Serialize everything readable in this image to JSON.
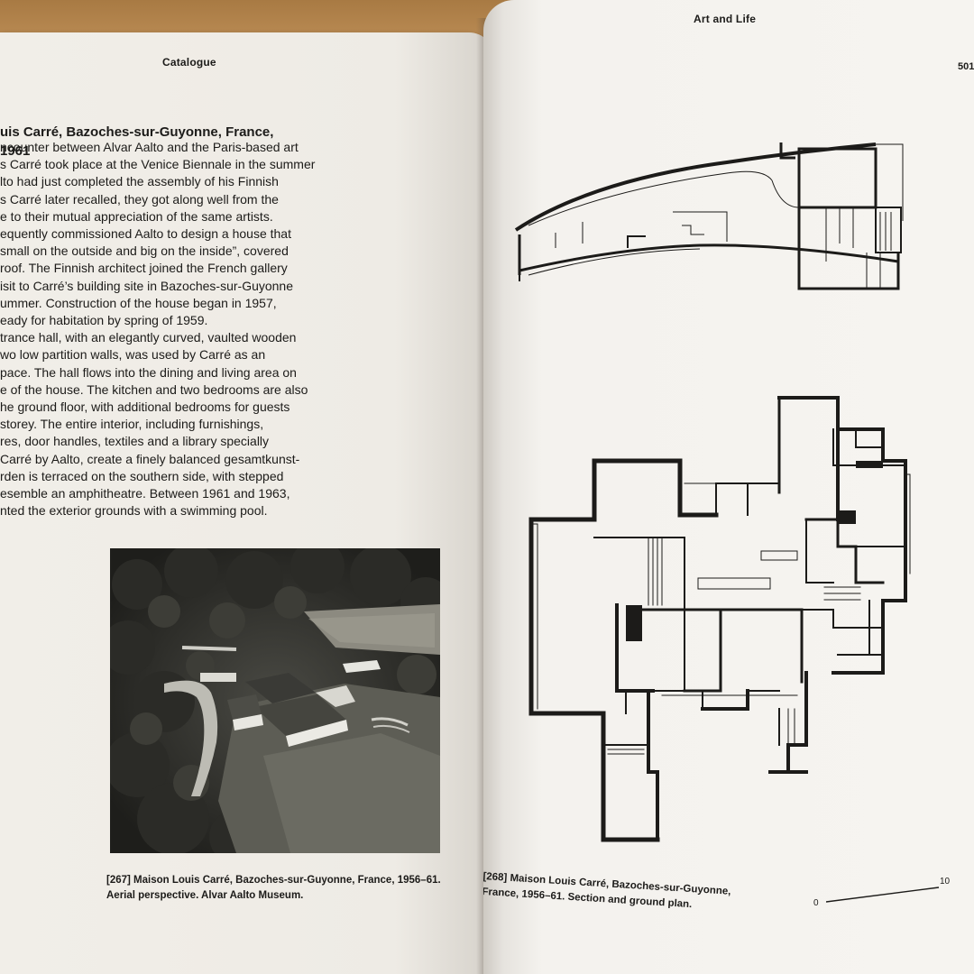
{
  "left_page": {
    "running_head": "Catalogue",
    "entry_title": [
      "uis Carré, Bazoches-sur-Guyonne, France,",
      "1961"
    ],
    "body_lines": [
      "ncounter between Alvar Aalto and the Paris-based art",
      "s Carré took place at the Venice Biennale in the summer",
      "lto had just completed the assembly of his Finnish",
      "s Carré later recalled, they got along well from the",
      "e to their mutual appreciation of the same artists.",
      "equently commissioned Aalto to design a house that",
      "small on the outside and big on the inside”, covered",
      "roof. The Finnish architect joined the French gallery",
      "isit to Carré’s building site in Bazoches-sur-Guyonne",
      "ummer. Construction of the house began in 1957,",
      "eady for habitation by spring of 1959.",
      "trance hall, with an elegantly curved, vaulted wooden",
      "wo low partition walls, was used by Carré as an",
      "pace. The hall flows into the dining and living area on",
      "e of the house. The kitchen and two bedrooms are also",
      "he ground floor, with additional bedrooms for guests",
      "storey. The entire interior, including furnishings,",
      "res, door handles, textiles and a library specially",
      "Carré by Aalto, create a finely balanced gesamtkunst-",
      "rden is terraced on the southern side, with stepped",
      "esemble an amphitheatre. Between 1961 and 1963,",
      "nted the exterior grounds with a swimming pool."
    ],
    "caption": [
      "[267] Maison Louis Carré, Bazoches-sur-Guyonne, France, 1956–61.",
      "Aerial perspective. Alvar Aalto Museum."
    ]
  },
  "right_page": {
    "running_head": "Art and Life",
    "page_number": "501",
    "caption": [
      "[268] Maison Louis Carré, Bazoches-sur-Guyonne,",
      "France, 1956–61. Section and ground plan."
    ],
    "scale_start": "0",
    "scale_end": "10"
  }
}
